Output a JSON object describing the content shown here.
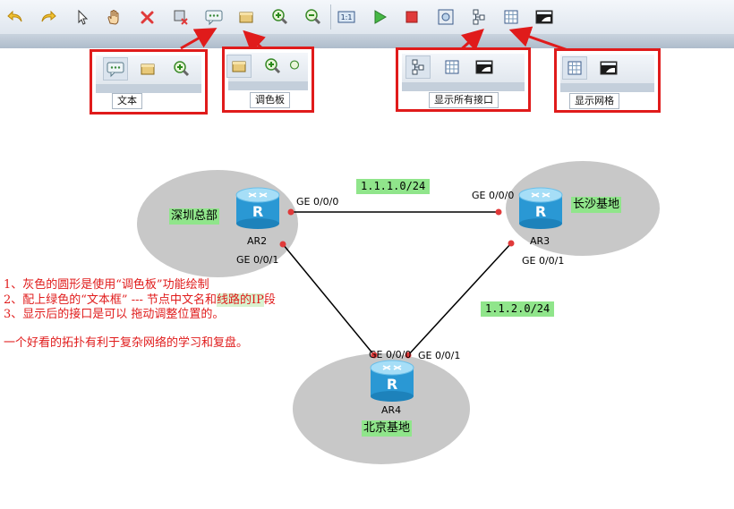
{
  "toolbar": {
    "buttons": [
      "undo-icon",
      "redo-icon",
      "select-icon",
      "hand-icon",
      "delete-icon",
      "clear-icon",
      "text-icon",
      "palette-icon",
      "zoom-in-icon",
      "zoom-out-icon",
      "topology-icon",
      "start-icon",
      "stop-icon",
      "capture-icon",
      "show-interfaces-icon",
      "show-grid-icon",
      "console-icon"
    ]
  },
  "callouts": [
    {
      "label": "文本"
    },
    {
      "label": "调色板"
    },
    {
      "label": "显示所有接口"
    },
    {
      "label": "显示网格"
    }
  ],
  "topology": {
    "sites": {
      "shenzhen": "深圳总部",
      "changsha": "长沙基地",
      "beijing": "北京基地"
    },
    "routers": {
      "ar2": "AR2",
      "ar3": "AR3",
      "ar4": "AR4"
    },
    "subnets": {
      "top": "1.1.1.0/24",
      "right": "1.1.2.0/24"
    },
    "interfaces": {
      "ar2_g000": "GE 0/0/0",
      "ar2_g001": "GE 0/0/1",
      "ar3_g000": "GE 0/0/0",
      "ar3_g001": "GE 0/0/1",
      "ar4_g000": "GE 0/0/0",
      "ar4_g001": "GE 0/0/1"
    }
  },
  "notes": {
    "line1": "1、灰色的圆形是使用“调色板”功能绘制",
    "line2_a": "2、配上绿色的“文本框” --- 节点中文名和",
    "line2_b": "线路的IP",
    "line2_c": "段",
    "line3": "3、显示后的接口是可以 拖动调整位置的。",
    "line4": "一个好看的拓扑有利于复杂网络的学习和复盘。"
  },
  "colors": {
    "annotation_red": "#e01b1b",
    "label_green": "#90e58b",
    "ellipse_gray": "#c8c8c8",
    "router_blue": "#3aa8dd"
  }
}
